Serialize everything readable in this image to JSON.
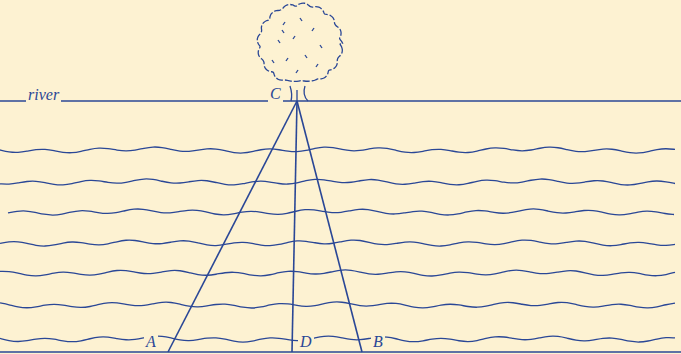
{
  "diagram": {
    "labels": [
      "river",
      "C",
      "A",
      "D",
      "B"
    ]
  }
}
